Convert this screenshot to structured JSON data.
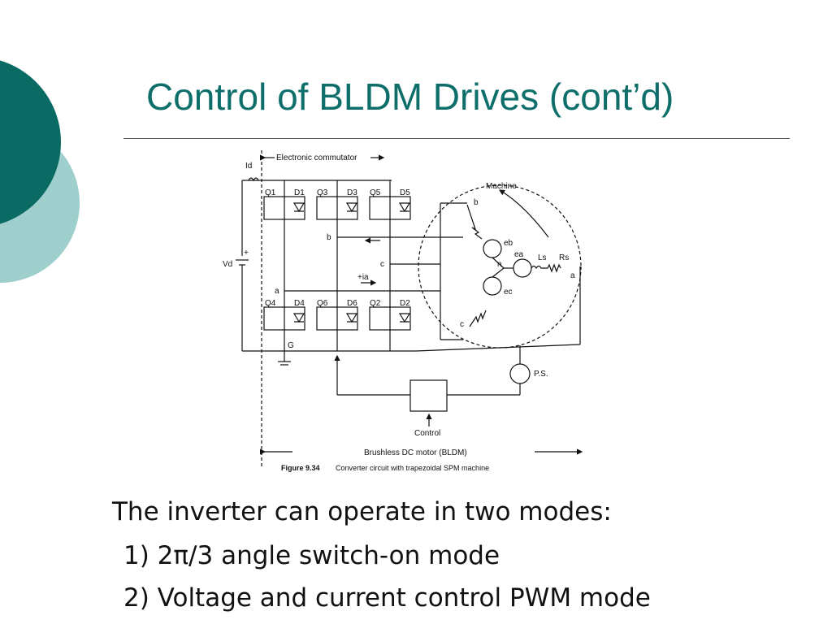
{
  "slide": {
    "title": "Control of BLDM Drives (cont’d)",
    "accent_color": "#0e6f6a",
    "circle_dark": "#0a6b65",
    "circle_light": "#9ecfcd"
  },
  "figure": {
    "labels": {
      "id": "Id",
      "commutator": "Electronic commutator",
      "vd": "Vd",
      "plus": "+",
      "minus": "−",
      "q1": "Q1",
      "d1": "D1",
      "q3": "Q3",
      "d3": "D3",
      "q5": "Q5",
      "d5": "D5",
      "q4": "Q4",
      "d4": "D4",
      "q6": "Q6",
      "d6": "D6",
      "q2": "Q2",
      "d2": "D2",
      "node_a": "a",
      "node_b": "b",
      "node_c": "c",
      "ground": "G",
      "ia": "+ia",
      "machine": "Machine",
      "eb": "eb",
      "ea": "ea",
      "ec": "ec",
      "n": "n",
      "ls": "Ls",
      "rs": "Rs",
      "m_a": "a",
      "m_b": "b",
      "m_c": "c",
      "ps": "P.S.",
      "control": "Control",
      "bldm": "Brushless DC motor (BLDM)",
      "fig_num": "Figure 9.34",
      "fig_caption": "Converter circuit with trapezoidal SPM machine"
    }
  },
  "text": {
    "intro": "The inverter can operate in two modes:",
    "item1": "1) 2π/3 angle switch-on mode",
    "item2": "2) Voltage and current control PWM mode"
  }
}
